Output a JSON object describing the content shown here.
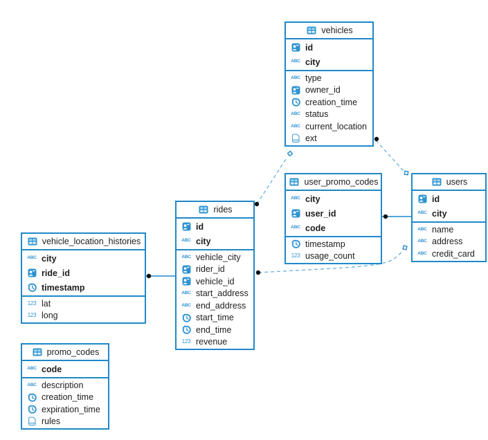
{
  "diagram": {
    "kind": "entity-relationship-diagram",
    "colors": {
      "table_border": "#1f88c9",
      "dashed_relation": "#6fb4e3",
      "solid_relation": "#1f88c9",
      "endpoint_dot": "#111111",
      "text": "#1d1d1f",
      "icon_blue": "#2d93d1"
    },
    "tables": [
      {
        "name": "vehicles",
        "header_icon": "table-icon",
        "primary_key": [
          {
            "name": "id",
            "icon": "id"
          },
          {
            "name": "city",
            "icon": "text"
          }
        ],
        "columns": [
          {
            "name": "type",
            "icon": "text"
          },
          {
            "name": "owner_id",
            "icon": "id"
          },
          {
            "name": "creation_time",
            "icon": "time"
          },
          {
            "name": "status",
            "icon": "text"
          },
          {
            "name": "current_location",
            "icon": "text"
          },
          {
            "name": "ext",
            "icon": "json"
          }
        ]
      },
      {
        "name": "user_promo_codes",
        "header_icon": "table-icon",
        "primary_key": [
          {
            "name": "city",
            "icon": "text"
          },
          {
            "name": "user_id",
            "icon": "id"
          },
          {
            "name": "code",
            "icon": "text"
          }
        ],
        "columns": [
          {
            "name": "timestamp",
            "icon": "time"
          },
          {
            "name": "usage_count",
            "icon": "number"
          }
        ]
      },
      {
        "name": "users",
        "header_icon": "table-icon",
        "primary_key": [
          {
            "name": "id",
            "icon": "id"
          },
          {
            "name": "city",
            "icon": "text"
          }
        ],
        "columns": [
          {
            "name": "name",
            "icon": "text"
          },
          {
            "name": "address",
            "icon": "text"
          },
          {
            "name": "credit_card",
            "icon": "text"
          }
        ]
      },
      {
        "name": "rides",
        "header_icon": "table-icon",
        "primary_key": [
          {
            "name": "id",
            "icon": "id"
          },
          {
            "name": "city",
            "icon": "text"
          }
        ],
        "columns": [
          {
            "name": "vehicle_city",
            "icon": "text"
          },
          {
            "name": "rider_id",
            "icon": "id"
          },
          {
            "name": "vehicle_id",
            "icon": "id"
          },
          {
            "name": "start_address",
            "icon": "text"
          },
          {
            "name": "end_address",
            "icon": "text"
          },
          {
            "name": "start_time",
            "icon": "time"
          },
          {
            "name": "end_time",
            "icon": "time"
          },
          {
            "name": "revenue",
            "icon": "number"
          }
        ]
      },
      {
        "name": "vehicle_location_histories",
        "header_icon": "table-icon",
        "primary_key": [
          {
            "name": "city",
            "icon": "text"
          },
          {
            "name": "ride_id",
            "icon": "id"
          },
          {
            "name": "timestamp",
            "icon": "time"
          }
        ],
        "columns": [
          {
            "name": "lat",
            "icon": "number"
          },
          {
            "name": "long",
            "icon": "number"
          }
        ]
      },
      {
        "name": "promo_codes",
        "header_icon": "table-icon",
        "primary_key": [
          {
            "name": "code",
            "icon": "text"
          }
        ],
        "columns": [
          {
            "name": "description",
            "icon": "text"
          },
          {
            "name": "creation_time",
            "icon": "time"
          },
          {
            "name": "expiration_time",
            "icon": "time"
          },
          {
            "name": "rules",
            "icon": "json"
          }
        ]
      }
    ],
    "relations": [
      {
        "from": "vehicle_location_histories",
        "to": "rides",
        "style": "solid",
        "from_marker": "dot",
        "to_marker": "none"
      },
      {
        "from": "user_promo_codes",
        "to": "users",
        "style": "solid",
        "from_marker": "dot",
        "to_marker": "none"
      },
      {
        "from": "rides",
        "to": "vehicles",
        "style": "dashed",
        "from_marker": "dot",
        "to_marker": "diamond"
      },
      {
        "from": "vehicles",
        "to": "users",
        "style": "dashed",
        "from_marker": "dot",
        "to_marker": "diamond"
      },
      {
        "from": "rides",
        "to": "users",
        "style": "dashed",
        "from_marker": "dot",
        "to_marker": "diamond"
      }
    ]
  }
}
